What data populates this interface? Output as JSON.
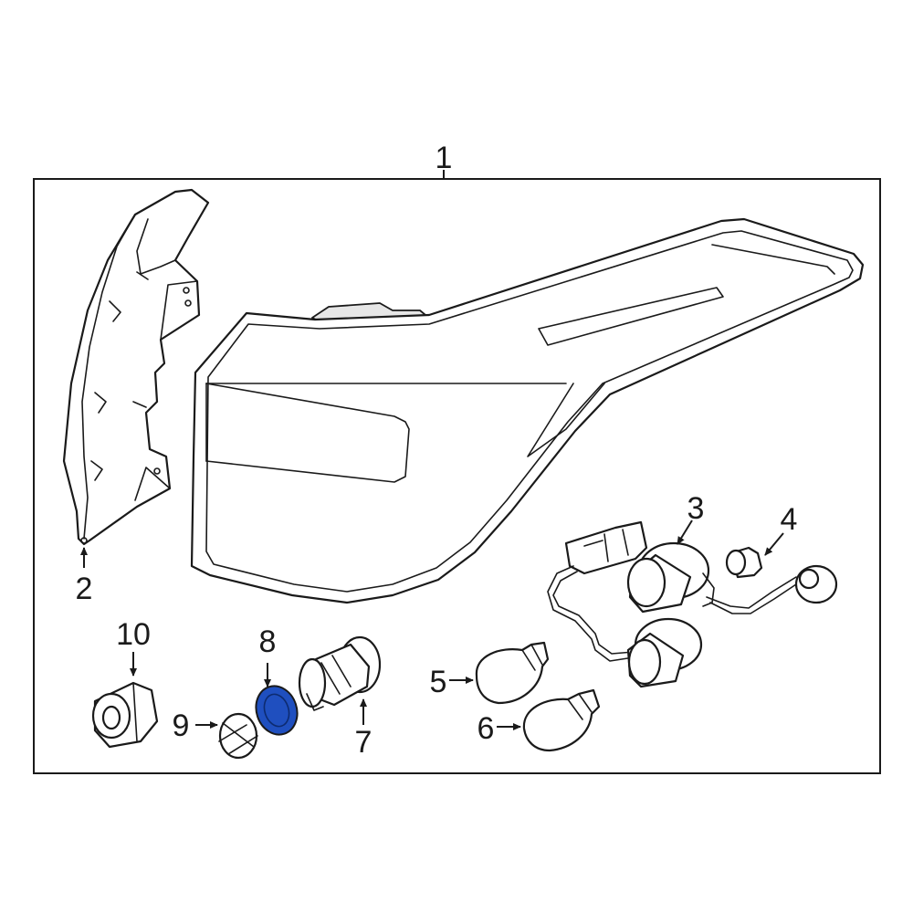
{
  "highlight_color": "#1f4fbf",
  "callouts": {
    "c1": "1",
    "c2": "2",
    "c3": "3",
    "c4": "4",
    "c5": "5",
    "c6": "6",
    "c7": "7",
    "c8": "8",
    "c9": "9",
    "c10": "10"
  },
  "highlighted_part": "8"
}
